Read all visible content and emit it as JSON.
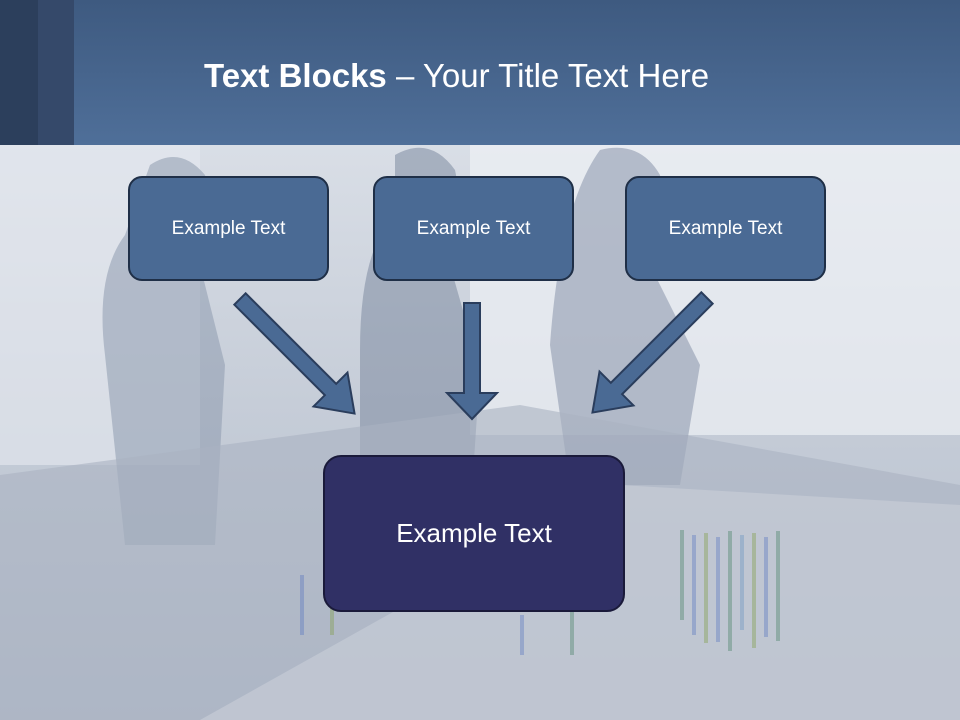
{
  "title": {
    "bold": "Text Blocks",
    "rest": " – Your Title Text Here"
  },
  "blocks": [
    {
      "label": "Example Text"
    },
    {
      "label": "Example Text"
    },
    {
      "label": "Example Text"
    }
  ],
  "main_block": {
    "label": "Example Text"
  },
  "colors": {
    "header": "#4f6f99",
    "block": "#4a6a94",
    "main_block": "#303065",
    "arrow": "#4a6a94"
  }
}
